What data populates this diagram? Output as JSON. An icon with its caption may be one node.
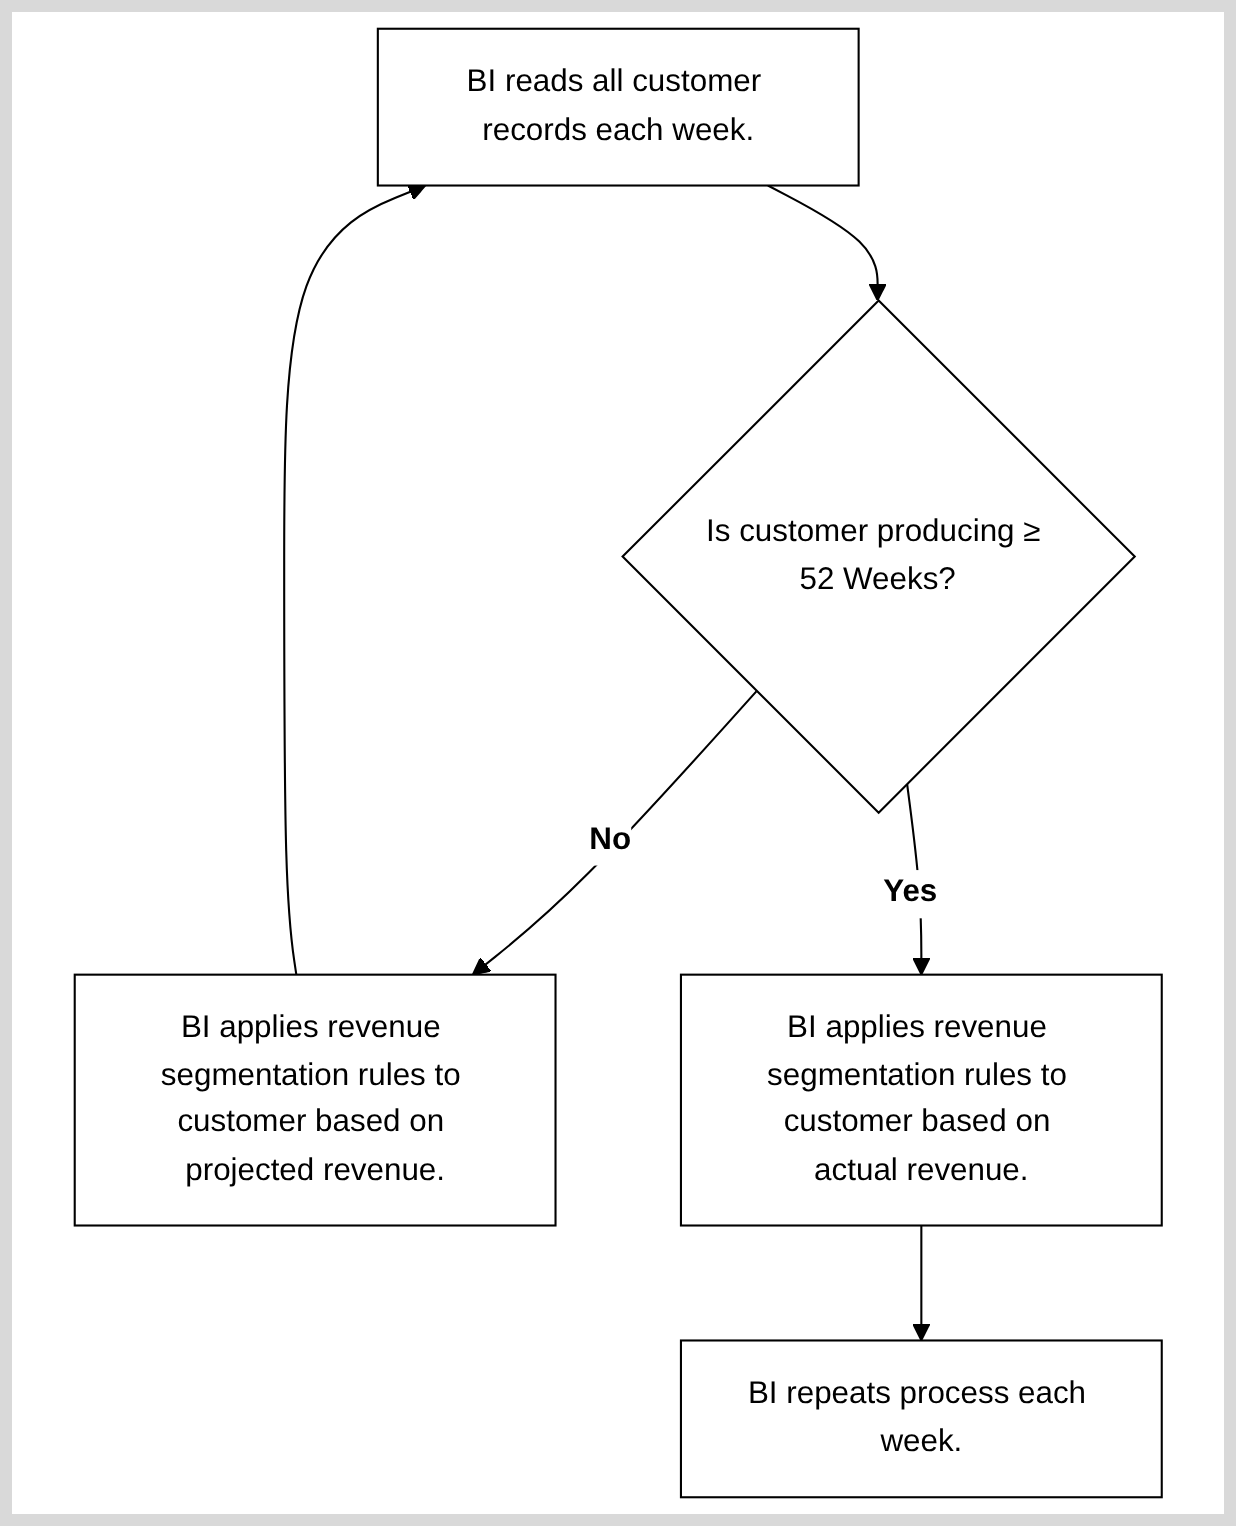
{
  "diagram": {
    "nodes": [
      {
        "text": [
          "BI reads all customer records each week."
        ]
      },
      {
        "text": [
          "Is customer producing ≥ 52 Weeks?"
        ]
      },
      {
        "text": [
          "BI applies revenue segmentation rules to customer based on projected revenue."
        ]
      },
      {
        "text": [
          "BI applies revenue segmentation rules to customer based on actual revenue."
        ]
      },
      {
        "text": [
          "BI repeats process each week."
        ]
      }
    ],
    "edges": [
      {
        "from": 0,
        "to": 1,
        "arrow": "to"
      },
      {
        "from": 1,
        "to": 2,
        "arrow": "to",
        "label": "No"
      },
      {
        "from": 2,
        "to": 0,
        "arrow": "to"
      },
      {
        "from": 1,
        "to": 3,
        "arrow": "to",
        "label": "Yes"
      },
      {
        "from": 3,
        "to": 4,
        "arrow": "to"
      }
    ]
  }
}
